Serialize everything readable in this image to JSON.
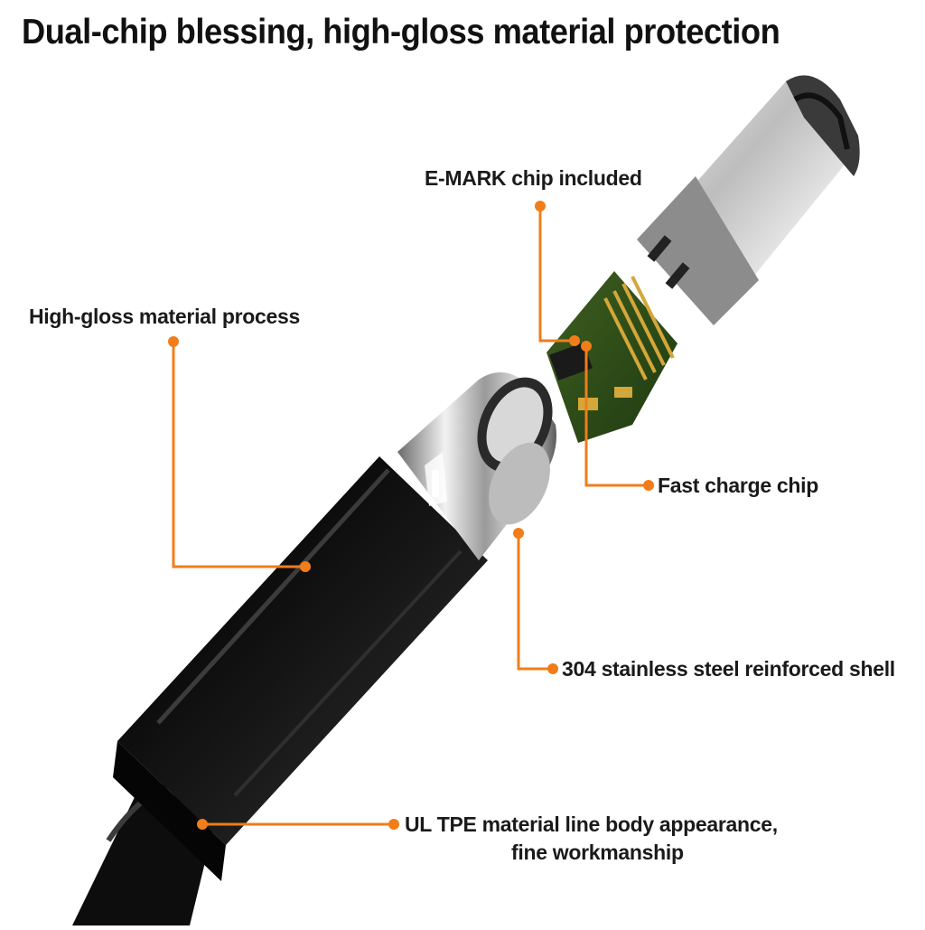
{
  "title": "Dual-chip blessing, high-gloss material protection",
  "accent_color": "#f07d1a",
  "callouts": {
    "emark": "E-MARK chip included",
    "gloss": "High-gloss material process",
    "fast_charge": "Fast charge chip",
    "steel": "304 stainless steel reinforced shell",
    "tpe_line1": "UL TPE material line body appearance,",
    "tpe_line2": "fine workmanship"
  }
}
